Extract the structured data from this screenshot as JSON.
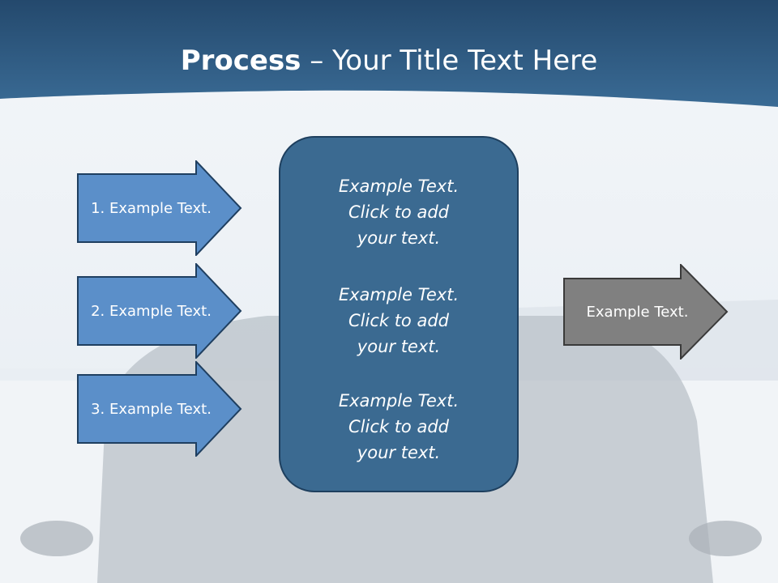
{
  "slide": {
    "title_bold": "Process",
    "title_rest": " – Your Title Text Here",
    "colors": {
      "header": "#2f5d87",
      "input_arrow": "#5b8fc9",
      "center_box": "#3b6a91",
      "output_arrow": "#808080"
    }
  },
  "inputs": [
    {
      "label": "1. Example Text."
    },
    {
      "label": "2. Example Text."
    },
    {
      "label": "3. Example Text."
    }
  ],
  "center": {
    "blocks": [
      {
        "line1": "Example Text.",
        "line2": "Click  to add",
        "line3": "your text."
      },
      {
        "line1": "Example Text.",
        "line2": "Click  to add",
        "line3": "your text."
      },
      {
        "line1": "Example Text.",
        "line2": "Click  to add",
        "line3": "your text."
      }
    ]
  },
  "output": {
    "label": "Example Text."
  }
}
